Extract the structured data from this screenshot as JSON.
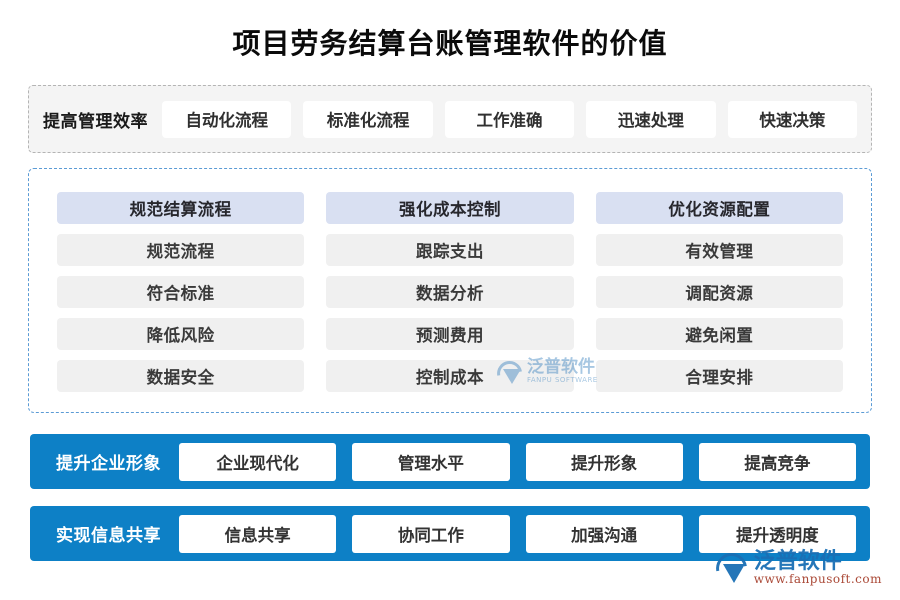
{
  "page": {
    "title": "项目劳务结算台账管理软件的价值"
  },
  "efficiency_band": {
    "label": "提高管理效率",
    "items": [
      "自动化流程",
      "标准化流程",
      "工作准确",
      "迅速处理",
      "快速决策"
    ]
  },
  "columns": [
    {
      "header": "规范结算流程",
      "items": [
        "规范流程",
        "符合标准",
        "降低风险",
        "数据安全"
      ]
    },
    {
      "header": "强化成本控制",
      "items": [
        "跟踪支出",
        "数据分析",
        "预测费用",
        "控制成本"
      ]
    },
    {
      "header": "优化资源配置",
      "items": [
        "有效管理",
        "调配资源",
        "避免闲置",
        "合理安排"
      ]
    }
  ],
  "blue_bands": [
    {
      "label": "提升企业形象",
      "items": [
        "企业现代化",
        "管理水平",
        "提升形象",
        "提高竞争"
      ]
    },
    {
      "label": "实现信息共享",
      "items": [
        "信息共享",
        "协同工作",
        "加强沟通",
        "提升透明度"
      ]
    }
  ],
  "watermarks": {
    "center": {
      "cn": "泛普软件",
      "en": "FANPU SOFTWARE"
    },
    "corner": {
      "cn": "泛普软件",
      "en": "www.fanpusoft.com"
    }
  },
  "colors": {
    "blue_bar": "#0d80c6",
    "column_header": "#d9e0f2",
    "column_item": "#f0f0f0",
    "dashed_blue": "#5b9bd5",
    "dashed_gray": "#b4b4b4",
    "watermark_blue": "#1a6fb5"
  }
}
